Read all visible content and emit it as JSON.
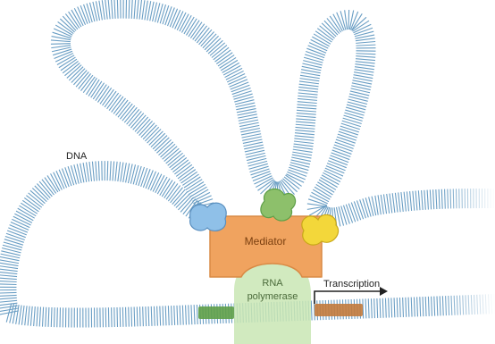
{
  "labels": {
    "dna": "DNA",
    "mediator": "Mediator",
    "rna_polymerase_line1": "RNA",
    "rna_polymerase_line2": "polymerase",
    "transcription": "Transcription"
  },
  "colors": {
    "dna_strand": "#a9cfe6",
    "dna_outline": "#6a9ec4",
    "dna_rung": "#6a9ec4",
    "mediator": "#f0a35f",
    "mediator_edge": "#d98a45",
    "rna_polymerase": "#c9e6b4",
    "activator_blue": "#8fc0e8",
    "activator_green": "#8dc06b",
    "activator_yellow": "#f3d73a",
    "promoter_green": "#5e9f48",
    "gene_orange": "#c27a3c",
    "label_text": "#222222",
    "mediator_text": "#7a3f0f"
  },
  "icons": [
    "activator-blue-icon",
    "activator-green-icon",
    "activator-yellow-icon",
    "transcription-arrow-icon"
  ]
}
